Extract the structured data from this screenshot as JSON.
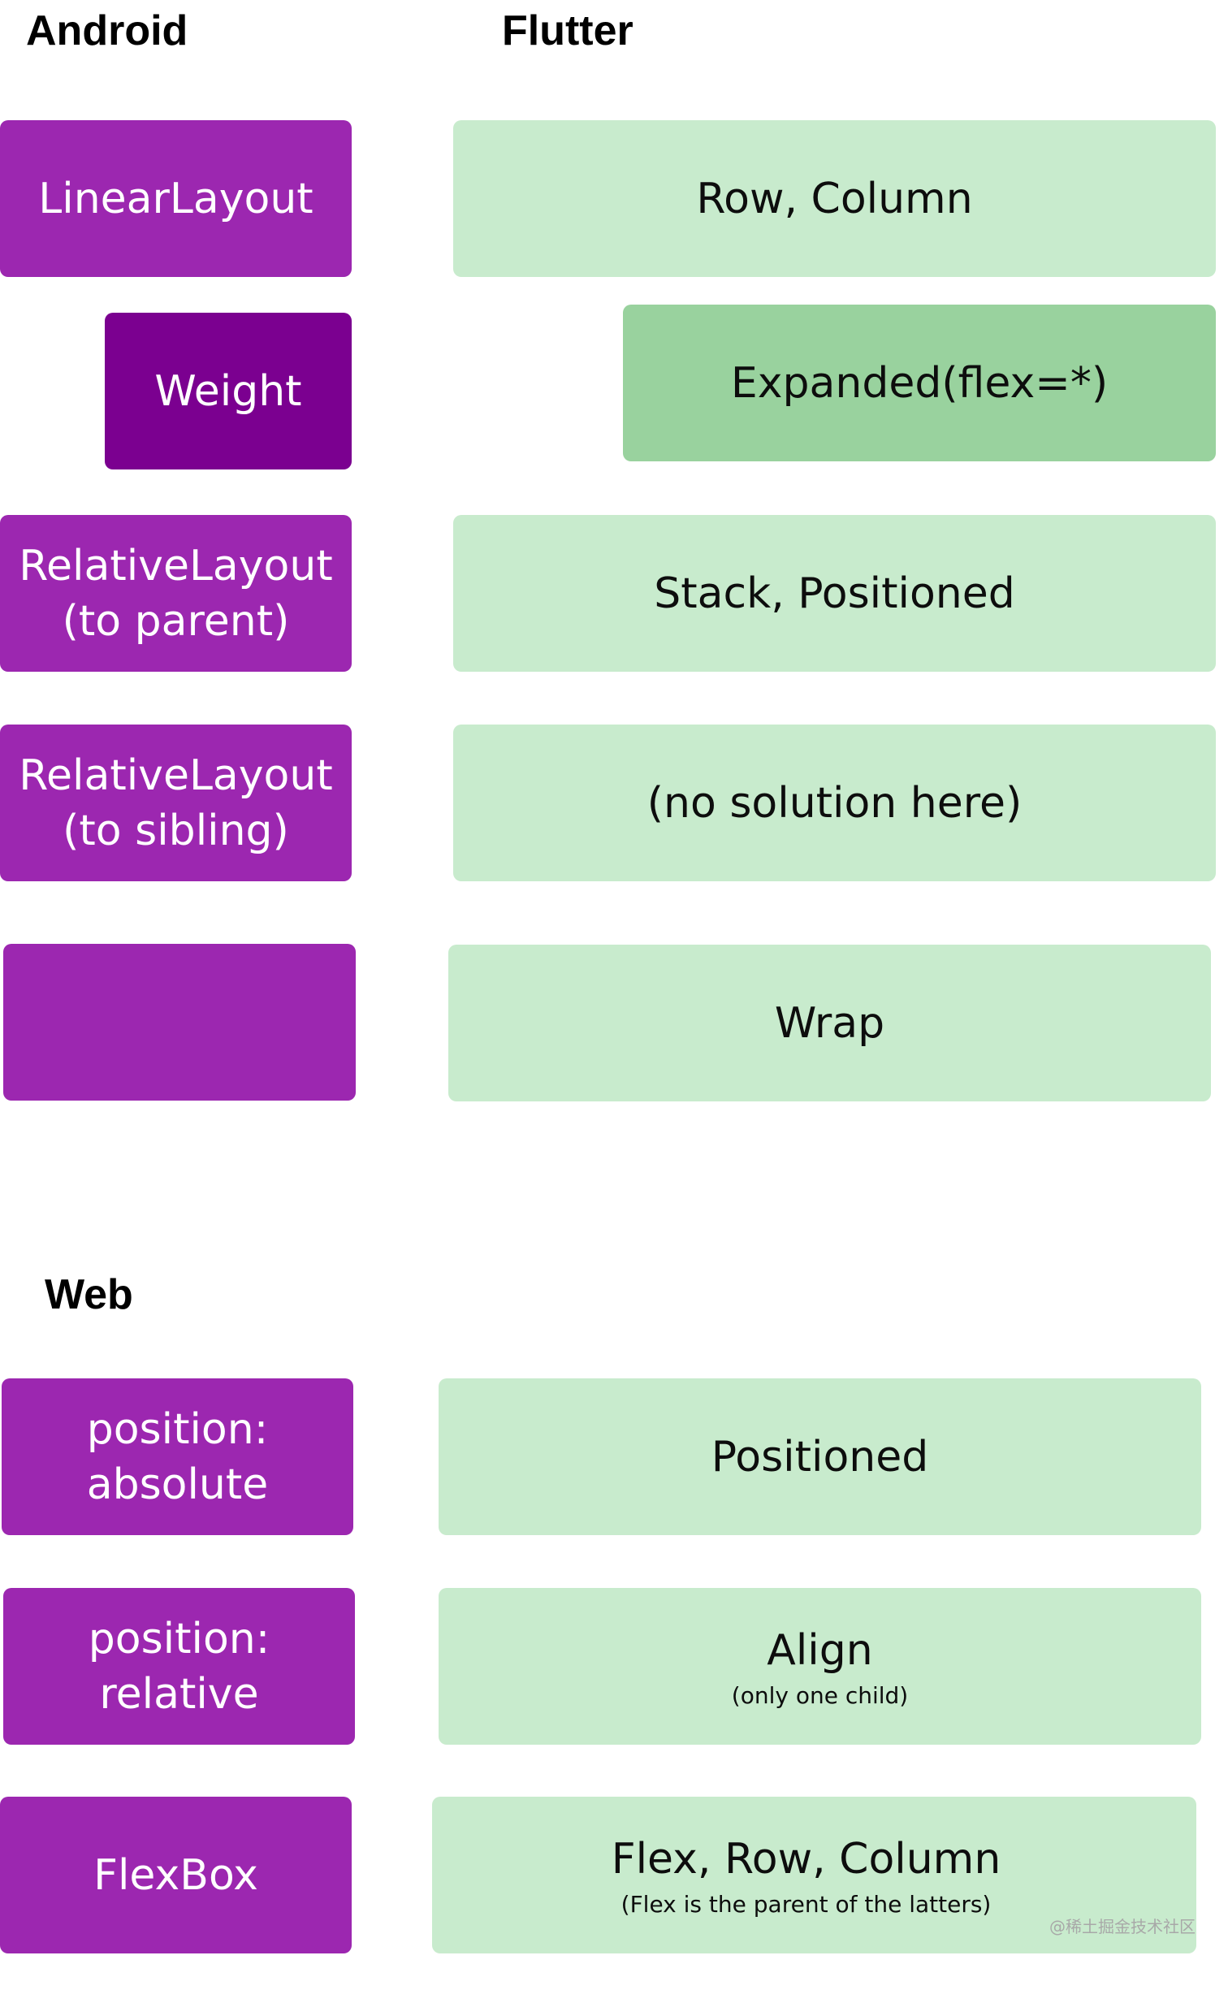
{
  "headings": {
    "android": "Android",
    "flutter": "Flutter",
    "web": "Web"
  },
  "android_section": {
    "android": [
      "LinearLayout",
      "Weight",
      "RelativeLayout\n(to parent)",
      "RelativeLayout\n(to sibling)",
      ""
    ],
    "flutter": [
      "Row, Column",
      "Expanded(flex=*)",
      "Stack, Positioned",
      "(no solution here)",
      "Wrap"
    ]
  },
  "web_section": {
    "web": [
      "position:\nabsolute",
      "position:\nrelative",
      "FlexBox"
    ],
    "flutter": [
      {
        "main": "Positioned",
        "sub": ""
      },
      {
        "main": "Align",
        "sub": "(only one child)"
      },
      {
        "main": "Flex, Row, Column",
        "sub": "(Flex is the parent of the latters)"
      }
    ]
  },
  "watermark": "@稀土掘金技术社区",
  "colors": {
    "purple": "#9c27b0",
    "dark_purple": "#7b0090",
    "light_green": "#c8ebcd",
    "mid_green": "#99d29e"
  }
}
